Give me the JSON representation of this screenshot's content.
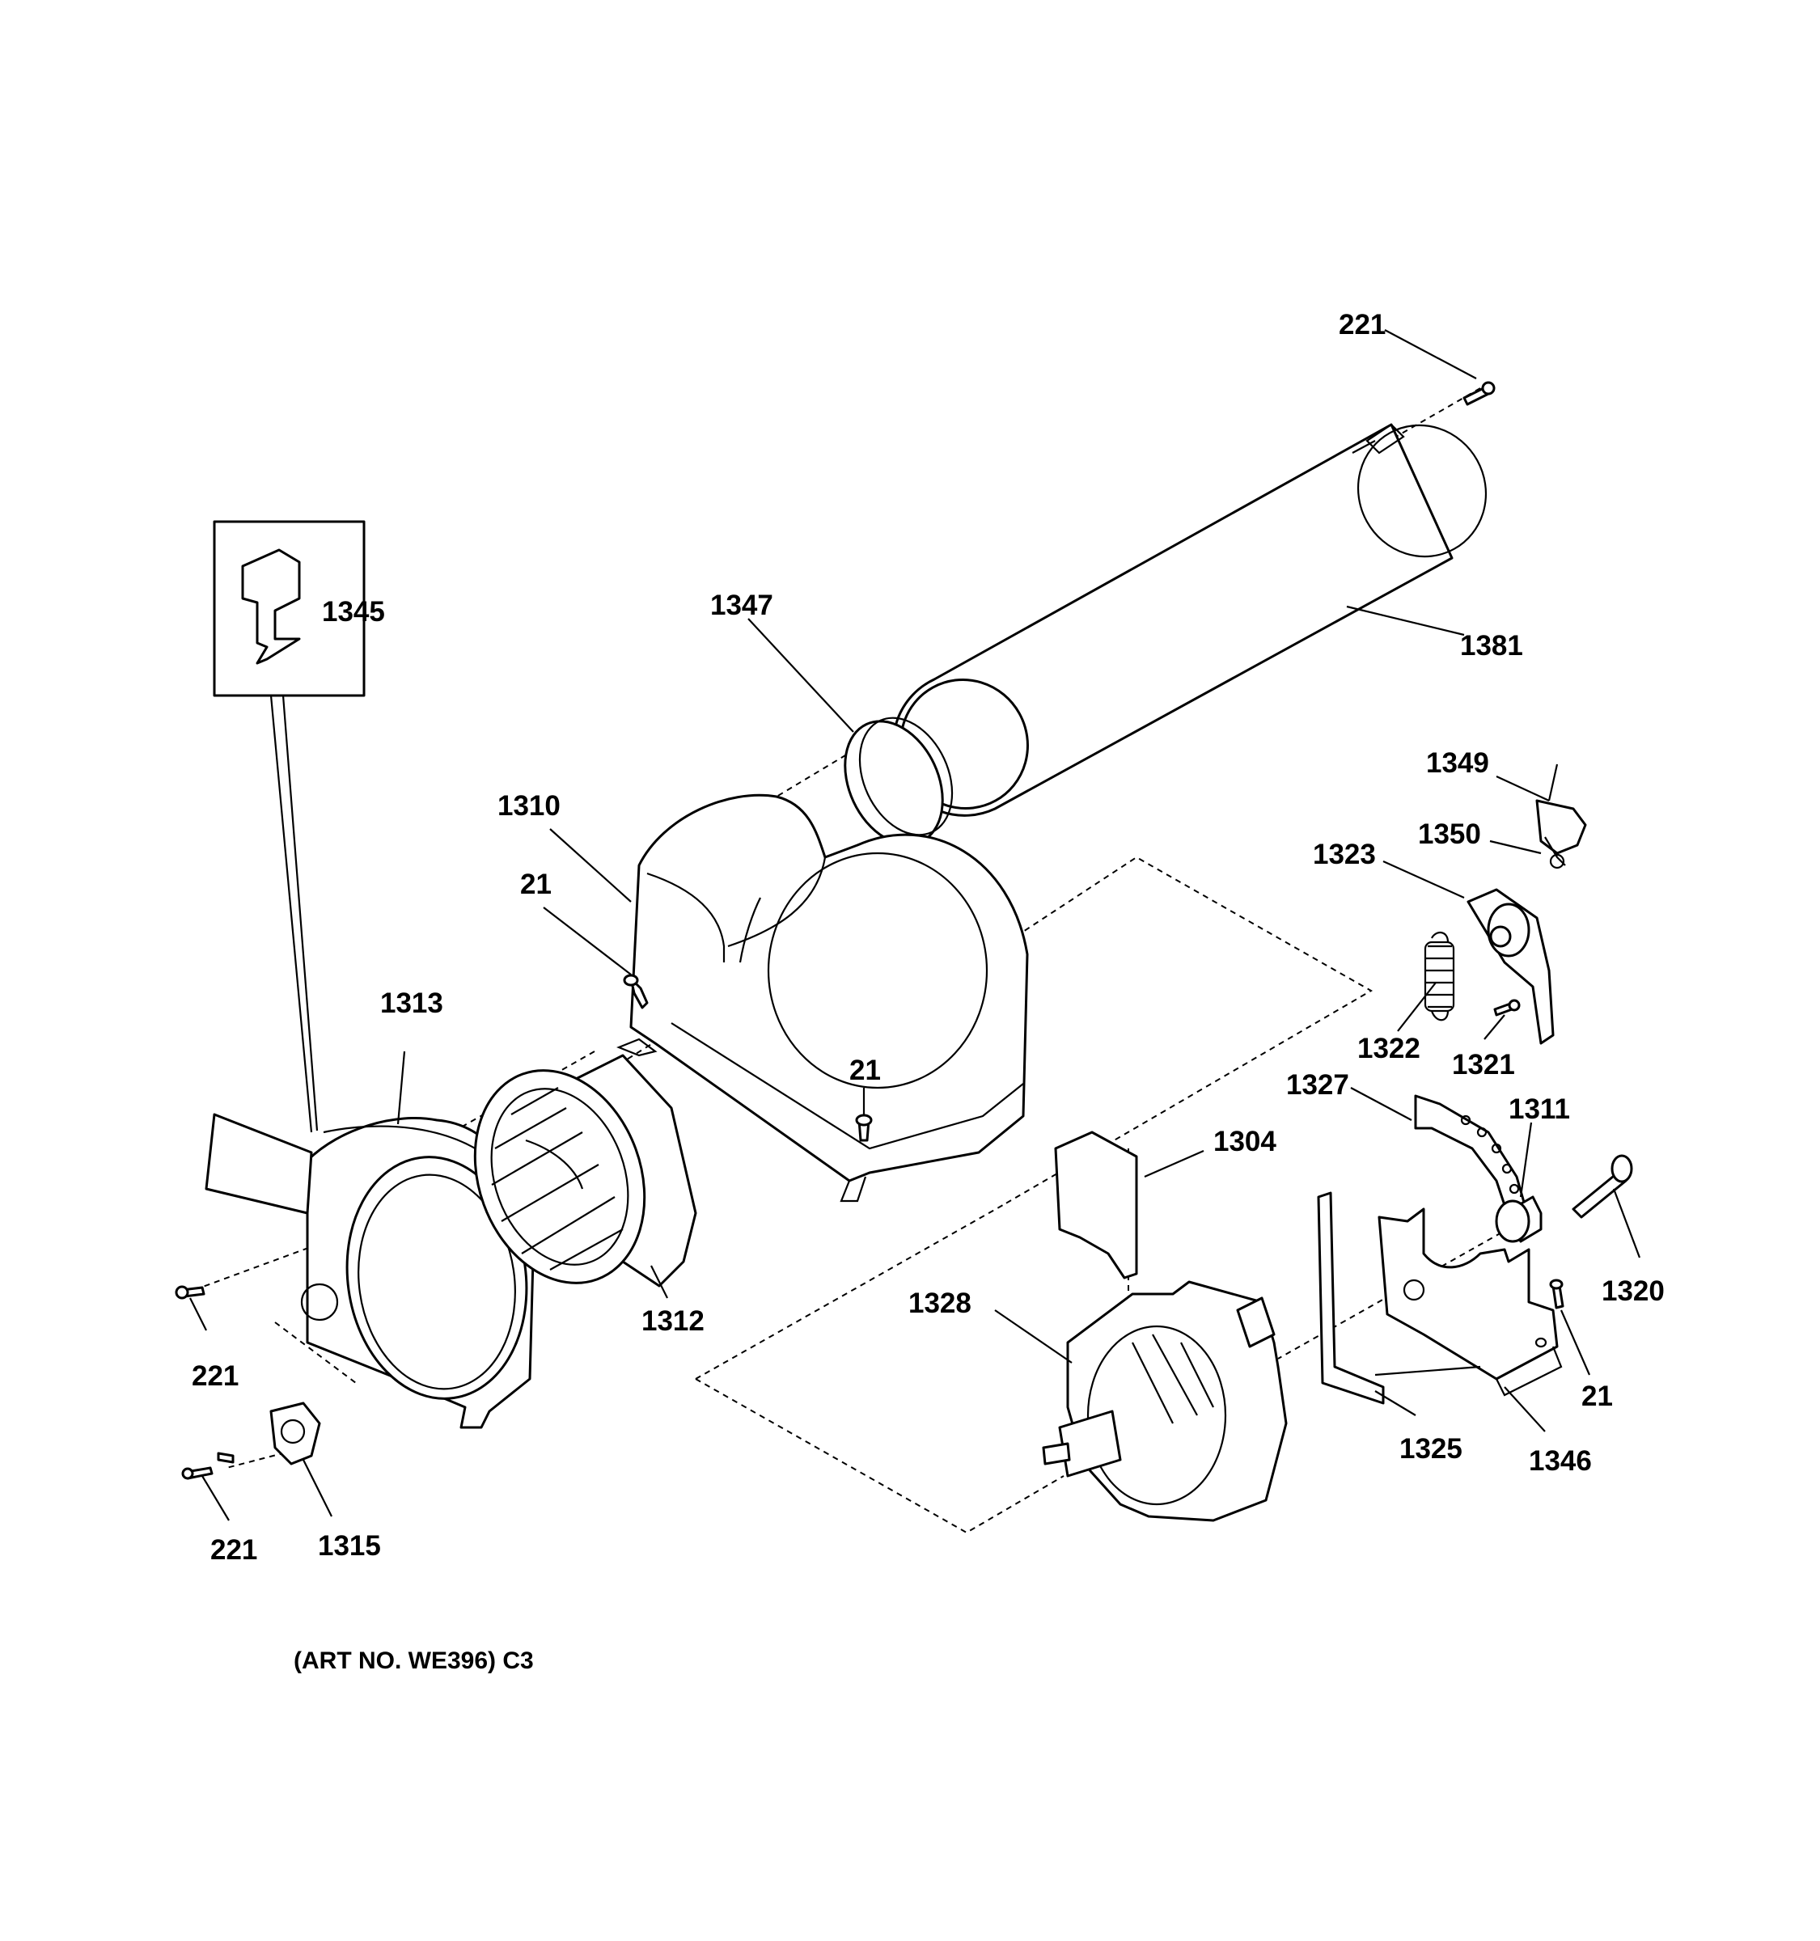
{
  "labels": {
    "l221_top": "221",
    "l1381": "1381",
    "l1347": "1347",
    "l1345": "1345",
    "l1310": "1310",
    "l21_a": "21",
    "l1313": "1313",
    "l21_b": "21",
    "l1349": "1349",
    "l1350": "1350",
    "l1323": "1323",
    "l1322": "1322",
    "l1321": "1321",
    "l1327": "1327",
    "l1304": "1304",
    "l1311": "1311",
    "l1320": "1320",
    "l1312": "1312",
    "l1328": "1328",
    "l21_c": "21",
    "l221_mid": "221",
    "l1325": "1325",
    "l1346": "1346",
    "l221_bot": "221",
    "l1315": "1315"
  },
  "art_no": "(ART NO. WE396) C3",
  "colors": {
    "line": "#000000",
    "background": "#ffffff"
  }
}
